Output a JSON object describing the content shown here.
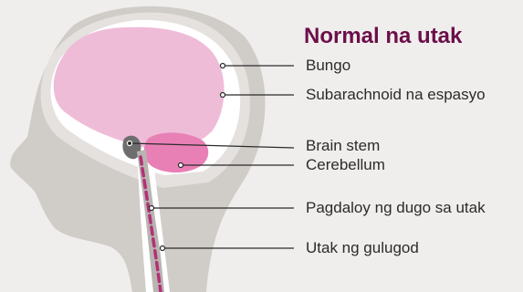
{
  "title": "Normal na utak",
  "labels": {
    "skull": "Bungo",
    "subarachnoid": "Subarachnoid na espasyo",
    "brain_stem": "Brain stem",
    "cerebellum": "Cerebellum",
    "blood_flow": "Pagdaloy ng dugo sa utak",
    "spinal_cord": "Utak ng gulugod"
  },
  "colors": {
    "background": "#f0eeec",
    "head_silhouette": "#d0ccc8",
    "skull": "#e4e1de",
    "subarachnoid_space": "#ffffff",
    "brain": "#efbcd8",
    "cerebellum": "#e880b6",
    "brain_stem": "#6e6e6e",
    "blood_flow": "#b42f78",
    "title": "#6b0f4a"
  }
}
